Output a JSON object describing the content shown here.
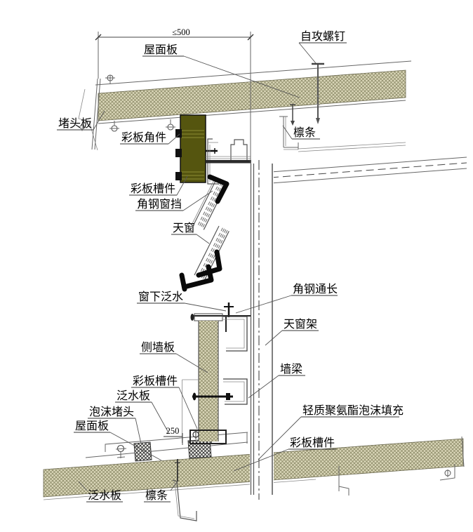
{
  "drawing": {
    "type": "construction-detail-skylight-roof-junction",
    "colors": {
      "background": "#ffffff",
      "panel_hatch_base": "#dcd8ba",
      "panel_hatch_line": "#8f8d6a",
      "dark_fascia_panel": "#55550f",
      "fascia_stripe": "#8a8a33",
      "line_gray": "#555555",
      "black": "#111111"
    },
    "dimensions": {
      "top_width": "≤500",
      "bottom_offset": "250"
    },
    "labels": {
      "roof_panel_top": "屋面板",
      "self_tapping_screw": "自攻螺钉",
      "end_plate": "堵头板",
      "color_plate_corner": "彩板角件",
      "purlin_top": "檩条",
      "color_plate_channel_1": "彩板槽件",
      "angle_steel_window_stop": "角钢窗挡",
      "skylight": "天窗",
      "under_window_flashing": "窗下泛水",
      "angle_steel_full_length": "角钢通长",
      "skylight_frame": "天窗架",
      "side_wall_panel": "侧墙板",
      "wall_beam": "墙梁",
      "color_plate_channel_2": "彩板槽件",
      "flashing_plate_1": "泛水板",
      "foam_plug": "泡沫堵头",
      "roof_panel_bottom": "屋面板",
      "pu_foam_fill": "轻质聚氨酯泡沫填充",
      "color_plate_channel_3": "彩板槽件",
      "flashing_plate_2": "泛水板",
      "purlin_bottom": "檩条"
    }
  }
}
